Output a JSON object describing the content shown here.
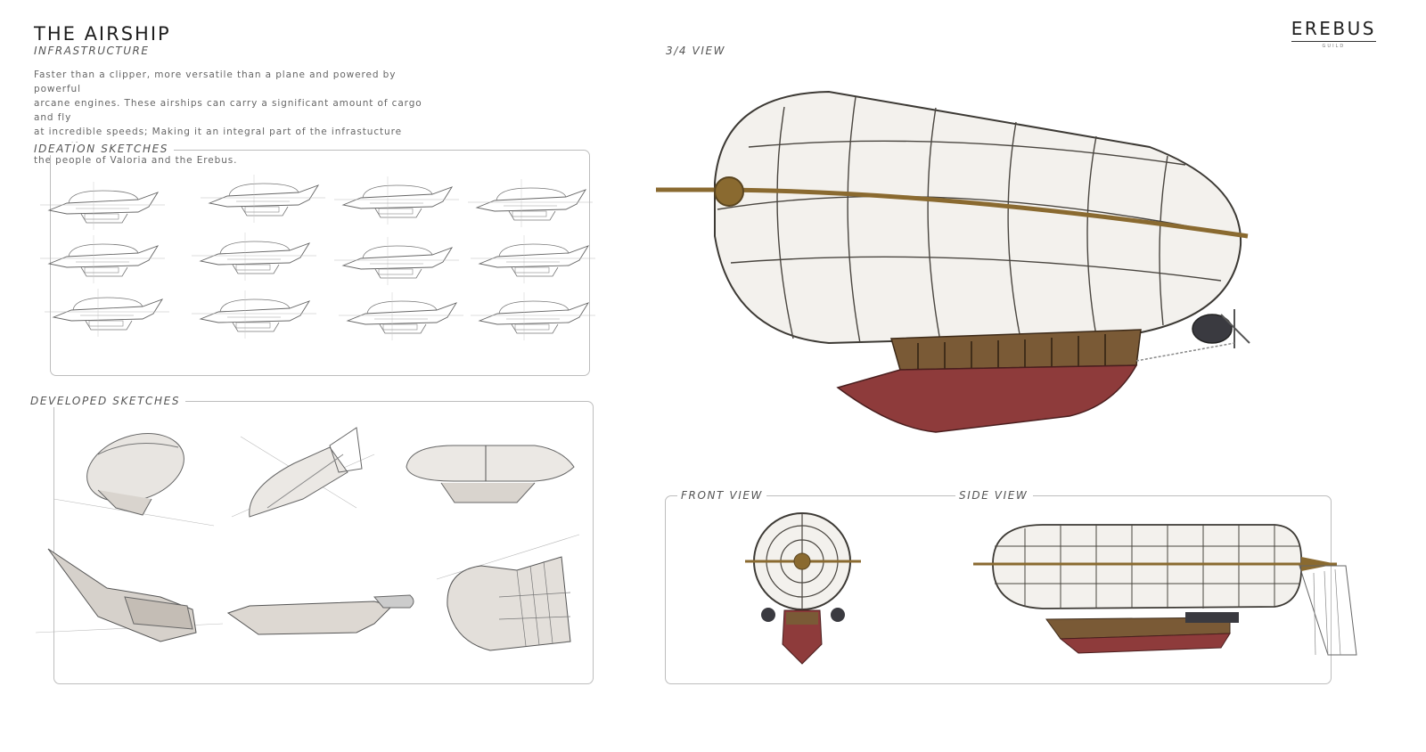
{
  "header": {
    "title": "THE AIRSHIP",
    "subtitle": "INFRASTRUCTURE",
    "description": "Faster than a clipper, more versatile than a plane and powered by powerful\narcane engines. These airships can carry a significant amount of cargo and fly\nat incredible speeds; Making it  an integral part of the infrastucture supporting\nthe people of Valoria and the Erebus."
  },
  "brand": {
    "name": "EREBUS",
    "sub": "GUILD"
  },
  "sections": {
    "ideation": "IDEATION SKETCHES",
    "developed": "DEVELOPED SKETCHES",
    "three_quarter": "3/4 VIEW",
    "front": "FRONT VIEW",
    "side": "SIDE VIEW"
  },
  "colors": {
    "ink": "#2a2a2a",
    "sketch": "#6e6e6e",
    "envelope": "#f2f0ec",
    "brass": "#8a6a30",
    "hull_red": "#8e3b3b",
    "wood": "#7a5a36",
    "frame": "#bdbdbd"
  }
}
